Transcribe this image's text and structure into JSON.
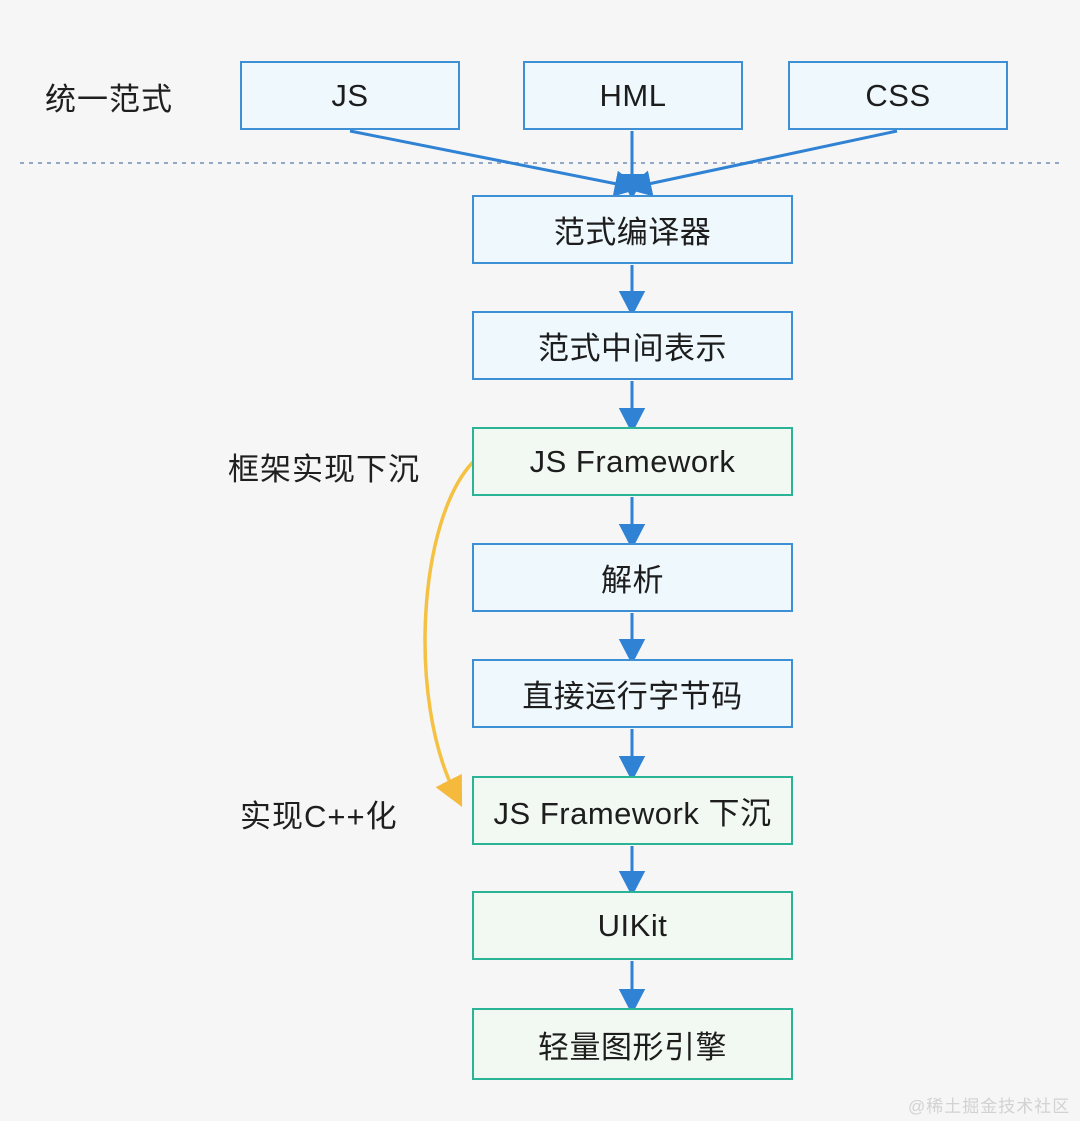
{
  "diagram": {
    "title_label": "统一范式",
    "background_color": "#f6f6f6",
    "blue_border_color": "#3d8fd6",
    "blue_fill_color": "#eef8fd",
    "green_border_color": "#2bb396",
    "green_fill_color": "#f2f8f2",
    "orange_arrow_color": "#f5c143",
    "divider_color": "#8fa8c8"
  },
  "nodes": {
    "js": "JS",
    "hml": "HML",
    "css": "CSS",
    "compiler": "范式编译器",
    "ir": "范式中间表示",
    "js_framework": "JS Framework",
    "parse": "解析",
    "bytecode": "直接运行字节码",
    "js_framework_sink": "JS Framework 下沉",
    "uikit": "UIKit",
    "graphics_engine": "轻量图形引擎"
  },
  "annotations": {
    "framework_sink": "框架实现下沉",
    "cpp_impl": "实现C++化"
  },
  "watermark": {
    "text": "@稀土掘金技术社区"
  }
}
